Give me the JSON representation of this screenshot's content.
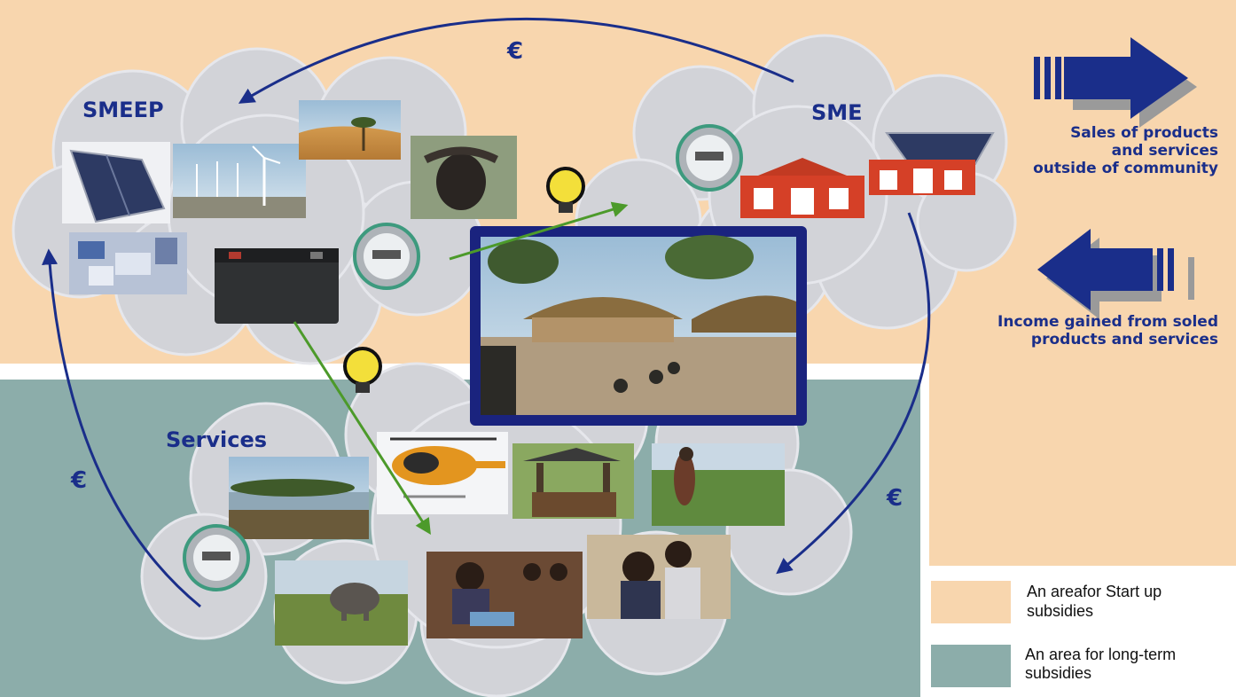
{
  "clouds": {
    "smeep": {
      "label": "SMEEP"
    },
    "sme": {
      "label": "SME"
    },
    "services": {
      "label": "Services"
    }
  },
  "flows": {
    "euro_top": "€",
    "euro_left": "€",
    "euro_right": "€"
  },
  "side_text": {
    "sales_line1": "Sales of products",
    "sales_line2": "and services",
    "sales_line3": "outside of community",
    "income_line1": "Income gained from soled",
    "income_line2": "products and services"
  },
  "legend": {
    "startup_line1": "An areafor Start up",
    "startup_line2": "subsidies",
    "longterm_line1": "An area for long-term",
    "longterm_line2": "subsidies"
  },
  "colors": {
    "startup_area": "#f8d6ae",
    "longterm_area": "#8cadaa",
    "cloud_fill": "#d2d3d8",
    "arrow_blue": "#1a2e8a",
    "arrow_green": "#4c9a2a",
    "village_frame": "#1a237e"
  },
  "icons": [
    "solar-panel-photo",
    "wind-turbines-photo",
    "desert-photo",
    "buffalo-photo",
    "recycling-photo",
    "battery-photo",
    "electric-meter-icon",
    "lightbulb-icon",
    "factory-icon",
    "village-photo",
    "helicopter-photo",
    "well-photo",
    "farming-photo",
    "river-photo",
    "elephant-photo",
    "classroom-photo",
    "students-photo"
  ]
}
